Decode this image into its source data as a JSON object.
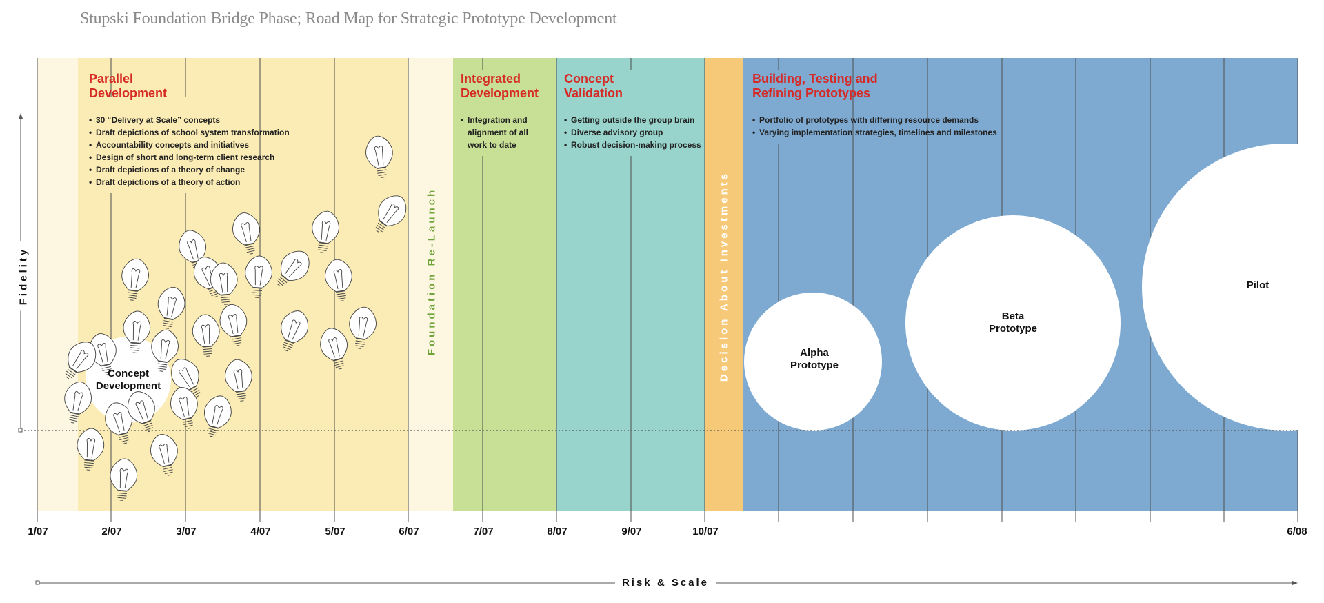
{
  "title": "Stupski Foundation Bridge Phase; Road Map for Strategic Prototype Development",
  "axes": {
    "x_label": "Risk & Scale",
    "y_label": "Fidelity",
    "x_ticks": [
      "1/07",
      "2/07",
      "3/07",
      "4/07",
      "5/07",
      "6/07",
      "7/07",
      "8/07",
      "9/07",
      "10/07",
      "6/08"
    ]
  },
  "phases": [
    {
      "key": "parallel",
      "heading": "Parallel\nDevelopment",
      "bullets": [
        "30 “Delivery at Scale” concepts",
        "Draft depictions of school system transformation",
        "Accountability concepts and initiatives",
        "Design of short and long-term client research",
        "Draft depictions of a theory of change",
        "Draft depictions of a theory of action"
      ]
    },
    {
      "key": "integrated",
      "heading": "Integrated\nDevelopment",
      "bullets": [
        "Integration and\nalignment of all\nwork to date"
      ]
    },
    {
      "key": "validation",
      "heading": "Concept\nValidation",
      "bullets": [
        "Getting outside the group brain",
        "Diverse advisory group",
        "Robust decision-making process"
      ]
    },
    {
      "key": "building",
      "heading": "Building, Testing and\nRefining Prototypes",
      "bullets": [
        "Portfolio of prototypes with differing resource demands",
        "Varying implementation strategies, timelines and milestones"
      ]
    }
  ],
  "milestones": {
    "relaunch": "Foundation Re-Launch",
    "decision": "Decision About Investments"
  },
  "stages": {
    "concept": "Concept\nDevelopment",
    "alpha": "Alpha\nPrototype",
    "beta": "Beta\nPrototype",
    "pilot": "Pilot"
  },
  "colors": {
    "pale": "#fdf7e1",
    "yellow": "#fbecb5",
    "green": "#c8df96",
    "teal": "#98d4cb",
    "orange": "#f6c979",
    "blue": "#7eaad1",
    "heading_red": "#d62a26",
    "relaunch_green": "#6ea33a"
  },
  "icons": [
    "lightbulb-icon"
  ]
}
